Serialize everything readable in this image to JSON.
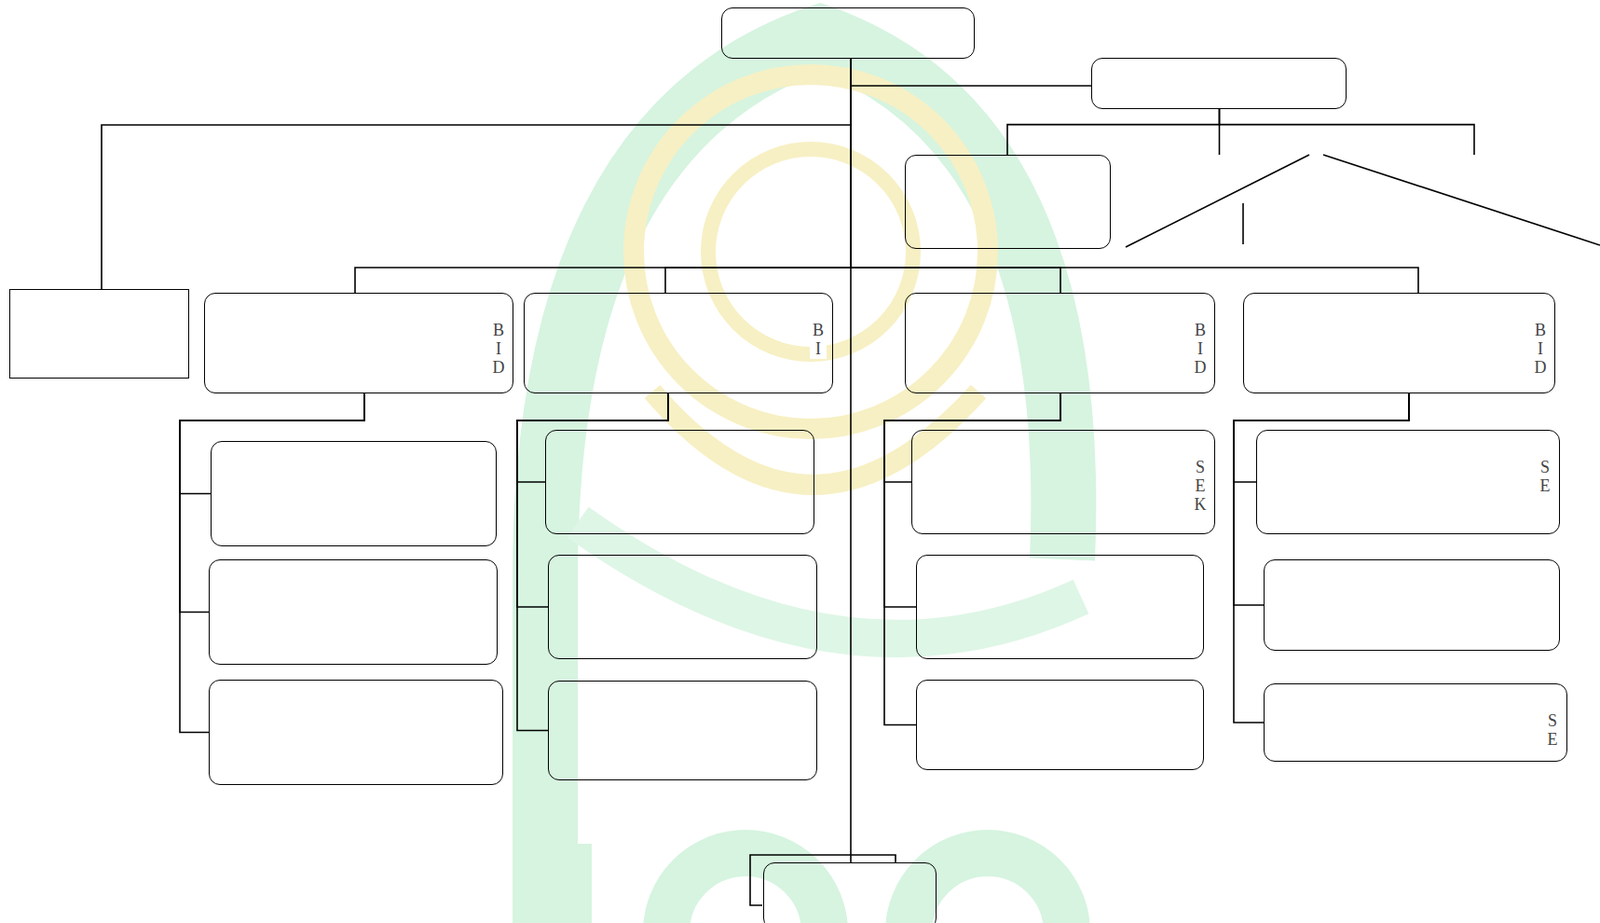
{
  "diagram": {
    "nodes": [
      {
        "text": []
      },
      {
        "text": []
      },
      {
        "text": []
      },
      {
        "text": []
      },
      {
        "text": [
          "B I D"
        ]
      },
      {
        "text": [
          "B I"
        ]
      },
      {
        "text": [
          "B I D"
        ]
      },
      {
        "text": [
          "B I D"
        ]
      },
      {
        "text": []
      },
      {
        "text": []
      },
      {
        "text": []
      },
      {
        "text": []
      },
      {
        "text": []
      },
      {
        "text": []
      },
      {
        "text": [
          "S E K"
        ]
      },
      {
        "text": []
      },
      {
        "text": []
      },
      {
        "text": [
          "S E"
        ]
      },
      {
        "text": []
      },
      {
        "text": [
          "S E"
        ]
      },
      {
        "text": []
      }
    ],
    "edges": [
      {
        "from": 0,
        "to": 1,
        "arrow": "none"
      },
      {
        "from": 0,
        "to": 3,
        "arrow": "none"
      },
      {
        "from": 1,
        "to": 2,
        "arrow": "none"
      },
      {
        "from": 0,
        "to": 4,
        "arrow": "none"
      },
      {
        "from": 0,
        "to": 5,
        "arrow": "none"
      },
      {
        "from": 0,
        "to": 6,
        "arrow": "none"
      },
      {
        "from": 0,
        "to": 7,
        "arrow": "none"
      },
      {
        "from": 4,
        "to": 8,
        "arrow": "none"
      },
      {
        "from": 4,
        "to": 9,
        "arrow": "none"
      },
      {
        "from": 4,
        "to": 10,
        "arrow": "none"
      },
      {
        "from": 5,
        "to": 11,
        "arrow": "none"
      },
      {
        "from": 5,
        "to": 12,
        "arrow": "none"
      },
      {
        "from": 5,
        "to": 13,
        "arrow": "none"
      },
      {
        "from": 6,
        "to": 14,
        "arrow": "none"
      },
      {
        "from": 6,
        "to": 15,
        "arrow": "none"
      },
      {
        "from": 6,
        "to": 16,
        "arrow": "none"
      },
      {
        "from": 7,
        "to": 17,
        "arrow": "none"
      },
      {
        "from": 7,
        "to": 18,
        "arrow": "none"
      },
      {
        "from": 7,
        "to": 19,
        "arrow": "none"
      },
      {
        "from": 0,
        "to": 20,
        "arrow": "none"
      }
    ]
  }
}
